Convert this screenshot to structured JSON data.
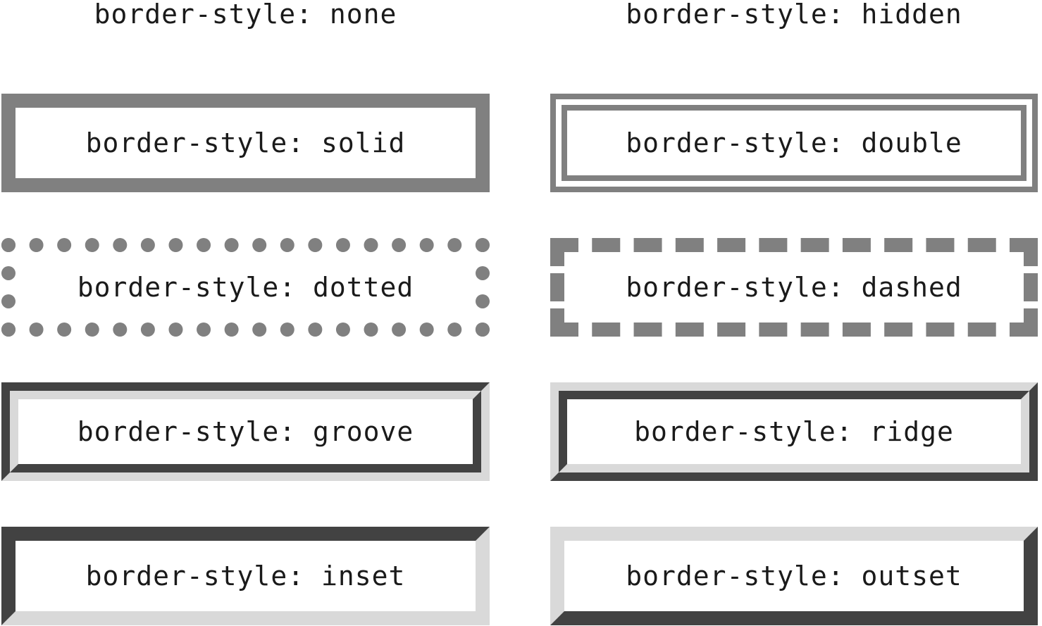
{
  "colors": {
    "border_gray": "#808080",
    "bevel_dark": "#424242",
    "bevel_light": "#d9d9d9",
    "text": "#1a1a1a",
    "background": "#ffffff"
  },
  "cells": [
    {
      "style": "none",
      "label": "border-style: none"
    },
    {
      "style": "hidden",
      "label": "border-style: hidden"
    },
    {
      "style": "solid",
      "label": "border-style: solid"
    },
    {
      "style": "double",
      "label": "border-style: double"
    },
    {
      "style": "dotted",
      "label": "border-style: dotted"
    },
    {
      "style": "dashed",
      "label": "border-style: dashed"
    },
    {
      "style": "groove",
      "label": "border-style: groove"
    },
    {
      "style": "ridge",
      "label": "border-style: ridge"
    },
    {
      "style": "inset",
      "label": "border-style: inset"
    },
    {
      "style": "outset",
      "label": "border-style: outset"
    }
  ]
}
